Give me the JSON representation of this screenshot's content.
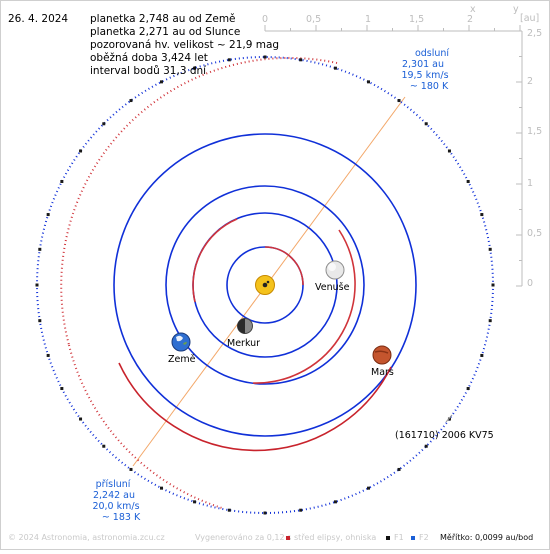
{
  "header": {
    "date": "26. 4. 2024",
    "info_lines": [
      "planetka 2,748 au od Země",
      "planetka 2,271 au od Slunce",
      "pozorovaná hv. velikost ~ 21,9 mag",
      "oběžná doba 3,424 let",
      "interval bodů 31,3 dní"
    ]
  },
  "scale": {
    "unit_label": "[au]",
    "x_label": "x",
    "y_label": "y",
    "x_ticks": [
      "0",
      "0,5",
      "1",
      "1,5",
      "2"
    ],
    "y_ticks": [
      "2,5",
      "2",
      "1,5",
      "1",
      "0,5",
      "0"
    ]
  },
  "aphelion": {
    "lines": [
      "odsluní",
      "2,301 au",
      "19,5 km/s",
      "~ 180 K"
    ]
  },
  "perihelion": {
    "lines": [
      "přísluní",
      "2,242 au",
      "20,0 km/s",
      "~ 183 K"
    ]
  },
  "bodies": {
    "venus": "Venuše",
    "mercury": "Merkur",
    "earth": "Země",
    "mars": "Mars",
    "asteroid": "(161710) 2006 KV75"
  },
  "footer": {
    "copyright": "© 2024 Astronomia, astronomia.zcu.cz",
    "generated": "Vygenerováno za 0,12 s",
    "center_legend": "střed elipsy, ohniska",
    "f1": "F1",
    "f2": "F2",
    "scale": "Měřítko: 0,0099 au/bod"
  },
  "colors": {
    "asteroid_orbit": "#d0343a",
    "planet_orbit": "#1030d8",
    "earth_orbit": "#1e45d0",
    "mars_orbit": "#c8232c",
    "apsides_line": "#f3a86a",
    "sun": "#f4c21c",
    "label_blue": "#1b5fd6"
  }
}
